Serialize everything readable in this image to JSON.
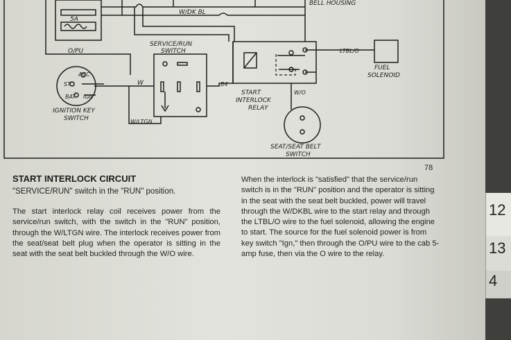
{
  "diagram": {
    "labels": {
      "fuse": "5A",
      "bell_housing": "BELL HOUSING",
      "wdkbl": "W/DK BL",
      "opu": "O/PU",
      "service_run_1": "SERVICE/RUN",
      "service_run_2": "SWITCH",
      "acc": "ACC",
      "st": "ST",
      "bat": "BAT",
      "ign": "IGN",
      "w_arrow": "W",
      "ignition_1": "IGNITION KEY",
      "ignition_2": "SWITCH",
      "wltgn": "W/LTGN",
      "b4": "B4",
      "start_1": "START",
      "start_2": "INTERLOCK",
      "start_3": "RELAY",
      "wo": "W/O",
      "ltblo": "LTBL/O",
      "fuel_1": "FUEL",
      "fuel_2": "SOLENOID",
      "seat_1": "SEAT/SEAT BELT",
      "seat_2": "SWITCH"
    }
  },
  "page_number": "78",
  "heading": "START INTERLOCK CIRCUIT",
  "subheading": "\"SERVICE/RUN\" switch in the \"RUN\" position.",
  "paragraph_left": "The start interlock relay coil receives power from the service/run switch, with the switch in the \"RUN\" position, through the W/LTGN wire. The interlock receives power from the seat/seat belt plug when the operator is sitting in the seat with the seat belt buckled through the W/O wire.",
  "paragraph_right": "When the interlock is \"satisfied\" that the service/run switch is in the \"RUN\" position and the operator is sitting in the seat with the seat belt buckled, power will travel through the W/DKBL wire to the start relay and through the LTBL/O wire to the fuel solenoid, allowing the engine to start. The source for the fuel solenoid power is from key switch \"Ign,\" then through the O/PU wire to the cab 5-amp fuse, then via the O wire to the relay.",
  "tabs": [
    "12",
    "13",
    "4"
  ]
}
